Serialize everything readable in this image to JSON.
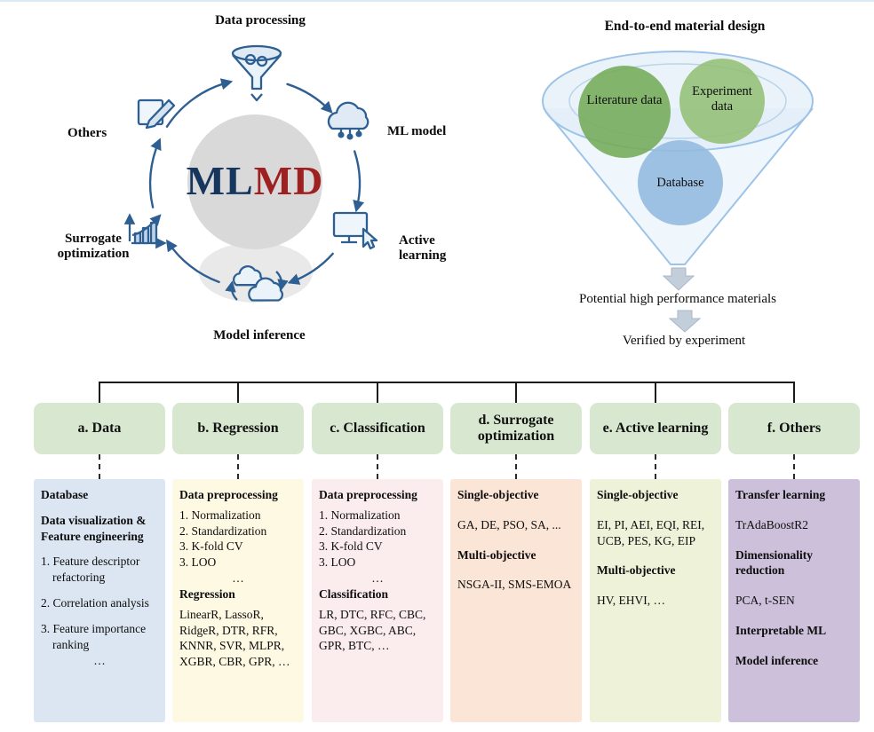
{
  "theme": {
    "accent_blue": "#2e5f92",
    "mlmd_ml_color": "#17365d",
    "mlmd_md_color": "#9e2121",
    "header_green": "#d8e8d0",
    "connector_black": "#1a1a1a"
  },
  "cycle": {
    "ml": "ML",
    "md": "MD",
    "labels": {
      "data_processing": "Data processing",
      "ml_model": "ML model",
      "active_learning": "Active learning",
      "model_inference": "Model inference",
      "surrogate_optimization": "Surrogate optimization",
      "others": "Others"
    }
  },
  "funnel": {
    "title": "End-to-end material design",
    "bubbles": [
      {
        "label": "Literature data",
        "color": "#74ab58"
      },
      {
        "label": "Experiment data",
        "color": "#93bf75"
      },
      {
        "label": "Database",
        "color": "#94bbdf"
      }
    ],
    "caption_materials": "Potential high performance materials",
    "caption_verified": "Verified by experiment"
  },
  "columns": [
    {
      "header": "a. Data",
      "color": "#dce6f2",
      "lines": [
        "Database",
        "Data visualization & Feature engineering",
        "1. Feature descriptor refactoring",
        "2. Correlation analysis",
        "3. Feature importance ranking",
        "…"
      ]
    },
    {
      "header": "b. Regression",
      "color": "#fdf9e3",
      "lines": [
        "Data preprocessing",
        "1. Normalization",
        "2. Standardization",
        "3. K-fold CV",
        "3. LOO",
        "…",
        "Regression",
        "LinearR, LassoR, RidgeR, DTR, RFR, KNNR, SVR, MLPR, XGBR, CBR, GPR, …"
      ]
    },
    {
      "header": "c. Classification",
      "color": "#fbecee",
      "lines": [
        "Data preprocessing",
        "1. Normalization",
        "2. Standardization",
        "3. K-fold CV",
        "3. LOO",
        "…",
        "Classification",
        "LR, DTC, RFC, CBC, GBC, XGBC, ABC, GPR, BTC, …"
      ]
    },
    {
      "header": "d. Surrogate optimization",
      "color": "#fbe5d6",
      "lines": [
        "Single-objective",
        "GA, DE, PSO, SA, ...",
        "Multi-objective",
        "NSGA-II, SMS-EMOA"
      ]
    },
    {
      "header": "e. Active learning",
      "color": "#edf2d9",
      "lines": [
        "Single-objective",
        "EI, PI, AEI, EQI, REI, UCB, PES, KG, EIP",
        "Multi-objective",
        "HV, EHVI, …"
      ]
    },
    {
      "header": "f. Others",
      "color": "#ccc0da",
      "lines": [
        "Transfer learning",
        "TrAdaBoostR2",
        "Dimensionality reduction",
        "PCA, t-SEN",
        "Interpretable ML",
        "Model inference"
      ]
    }
  ]
}
